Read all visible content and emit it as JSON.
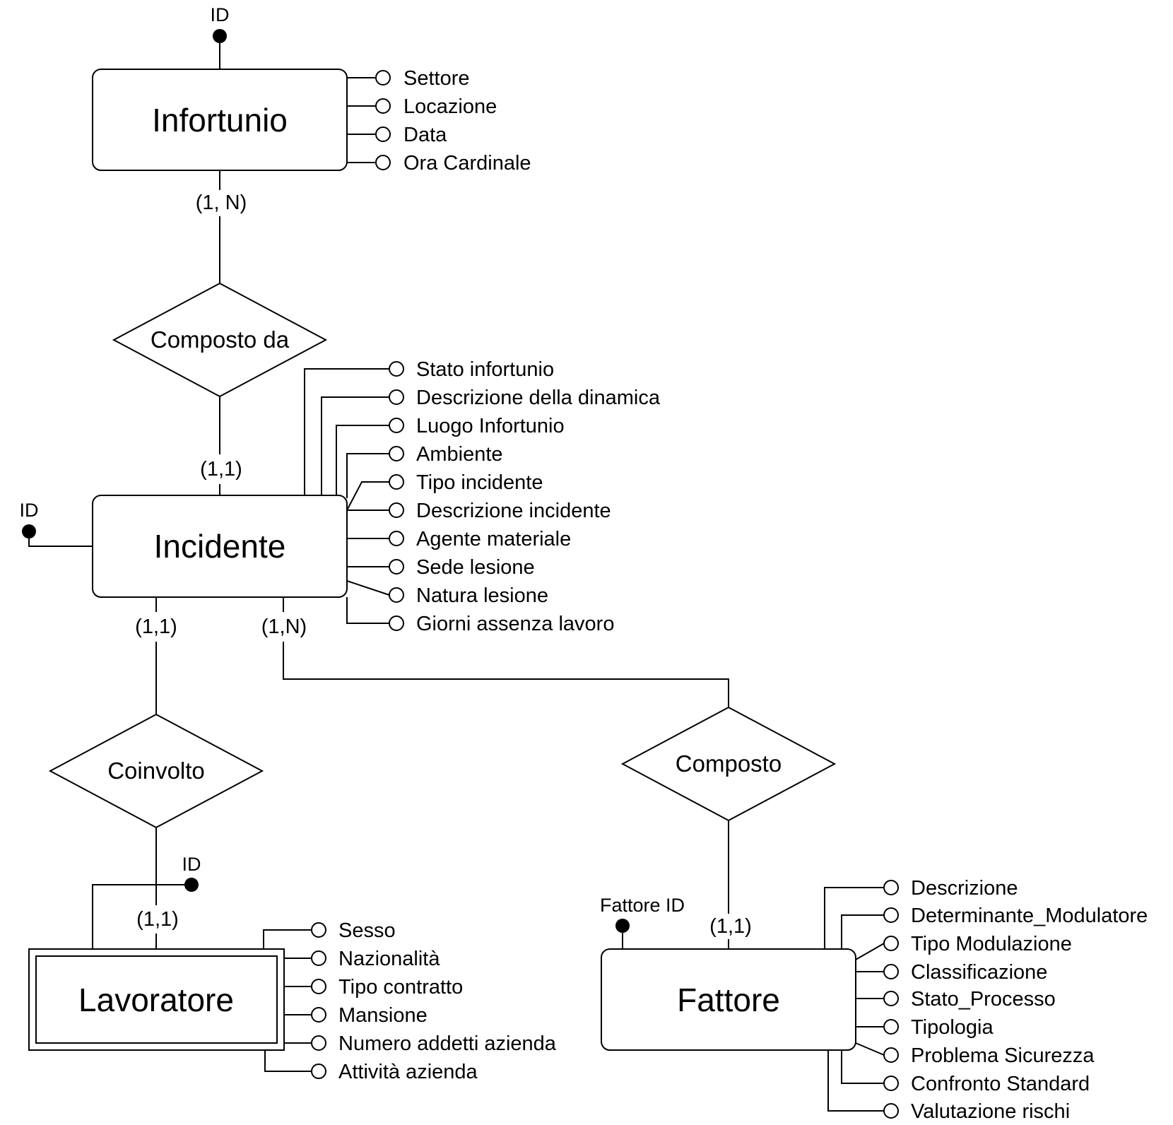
{
  "entities": {
    "infortunio": {
      "name": "Infortunio",
      "id_label": "ID",
      "attributes": [
        "Settore",
        "Locazione",
        "Data",
        "Ora Cardinale"
      ]
    },
    "incidente": {
      "name": "Incidente",
      "id_label": "ID",
      "attributes": [
        "Stato infortunio",
        "Descrizione della dinamica",
        "Luogo Infortunio",
        "Ambiente",
        "Tipo incidente",
        "Descrizione incidente",
        "Agente materiale",
        "Sede lesione",
        "Natura lesione",
        "Giorni assenza lavoro"
      ]
    },
    "lavoratore": {
      "name": "Lavoratore",
      "weak": true,
      "id_label": "ID",
      "attributes": [
        "Sesso",
        "Nazionalità",
        "Tipo contratto",
        "Mansione",
        "Numero addetti azienda",
        "Attività azienda"
      ]
    },
    "fattore": {
      "name": "Fattore",
      "id_label": "Fattore ID",
      "attributes": [
        "Descrizione",
        "Determinante_Modulatore",
        "Tipo Modulazione",
        "Classificazione",
        "Stato_Processo",
        "Tipologia",
        "Problema Sicurezza",
        "Confronto Standard",
        "Valutazione rischi"
      ]
    }
  },
  "relationships": {
    "composto_da": {
      "name": "Composto da",
      "card_infortunio": "(1, N)",
      "card_incidente": "(1,1)"
    },
    "coinvolto": {
      "name": "Coinvolto",
      "card_incidente": "(1,1)",
      "card_lavoratore": "(1,1)"
    },
    "composto": {
      "name": "Composto",
      "card_incidente": "(1,N)",
      "card_fattore": "(1,1)"
    }
  }
}
